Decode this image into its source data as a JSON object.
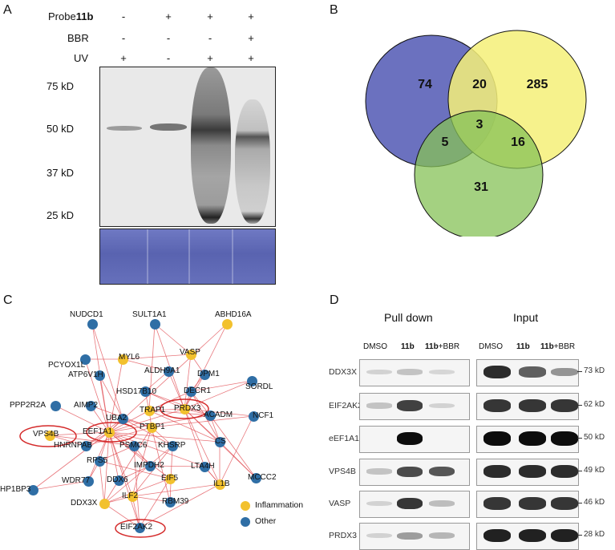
{
  "panels": {
    "a": "A",
    "b": "B",
    "c": "C",
    "d": "D"
  },
  "panel_a": {
    "rows": [
      {
        "label_prefix": "Probe",
        "label_bold": "11b",
        "values": [
          "-",
          "+",
          "+",
          "+"
        ]
      },
      {
        "label": "BBR",
        "values": [
          "-",
          "-",
          "-",
          "+"
        ]
      },
      {
        "label": "UV",
        "values": [
          "+",
          "-",
          "+",
          "+"
        ]
      }
    ],
    "markers": [
      "75 kD",
      "50 kD",
      "37 kD",
      "25 kD"
    ]
  },
  "panel_b": {
    "type": "venn",
    "regions": {
      "a_only": "74",
      "ab": "20",
      "b_only": "285",
      "abc": "3",
      "ac": "5",
      "bc": "16",
      "c_only": "31"
    },
    "colors": {
      "a": "#5b62b8",
      "b": "#f4f078",
      "c": "#86c157"
    }
  },
  "panel_c": {
    "nodes": [
      {
        "id": "NUDCD1",
        "label": "NUDCD1",
        "group": "other"
      },
      {
        "id": "SULT1A1",
        "label": "SULT1A1",
        "group": "other"
      },
      {
        "id": "ABHD16A",
        "label": "ABHD16A",
        "group": "inflammation"
      },
      {
        "id": "PCYOX1L",
        "label": "PCYOX1L",
        "group": "other"
      },
      {
        "id": "MYL6",
        "label": "MYL6",
        "group": "inflammation"
      },
      {
        "id": "VASP",
        "label": "VASP",
        "group": "inflammation"
      },
      {
        "id": "ATP6V1H",
        "label": "ATP6V1H",
        "group": "other"
      },
      {
        "id": "ALDH9A1",
        "label": "ALDH9A1",
        "group": "other"
      },
      {
        "id": "DPM1",
        "label": "DPM1",
        "group": "other"
      },
      {
        "id": "SORDL",
        "label": "SORDL",
        "group": "other"
      },
      {
        "id": "HSD17B10",
        "label": "HSD17B10",
        "group": "other"
      },
      {
        "id": "DECR1",
        "label": "DECR1",
        "group": "other"
      },
      {
        "id": "PPP2R2A",
        "label": "PPP2R2A",
        "group": "other"
      },
      {
        "id": "AIMP2",
        "label": "AIMP2",
        "group": "other"
      },
      {
        "id": "TRAP1",
        "label": "TRAP1",
        "group": "inflammation"
      },
      {
        "id": "PRDX3",
        "label": "PRDX3",
        "group": "inflammation"
      },
      {
        "id": "UBA2",
        "label": "UBA2",
        "group": "other"
      },
      {
        "id": "ACADM",
        "label": "ACADM",
        "group": "other"
      },
      {
        "id": "NCF1",
        "label": "NCF1",
        "group": "other"
      },
      {
        "id": "EEF1A1",
        "label": "EEF1A1",
        "group": "inflammation"
      },
      {
        "id": "PTBP1",
        "label": "PTBP1",
        "group": "inflammation"
      },
      {
        "id": "VPS4B",
        "label": "VPS4B",
        "group": "inflammation"
      },
      {
        "id": "HNRNPAB",
        "label": "HNRNPAB",
        "group": "other"
      },
      {
        "id": "PSMC6",
        "label": "PSMC6",
        "group": "other"
      },
      {
        "id": "KHSRP",
        "label": "KHSRP",
        "group": "other"
      },
      {
        "id": "CS",
        "label": "CS",
        "group": "other"
      },
      {
        "id": "RPS5",
        "label": "RPS5",
        "group": "other"
      },
      {
        "id": "IMPDH2",
        "label": "IMPDH2",
        "group": "other"
      },
      {
        "id": "LTA4H",
        "label": "LTA4H",
        "group": "other"
      },
      {
        "id": "MCCC2",
        "label": "MCCC2",
        "group": "other"
      },
      {
        "id": "WDR77",
        "label": "WDR77",
        "group": "other"
      },
      {
        "id": "DDX6",
        "label": "DDX6",
        "group": "other"
      },
      {
        "id": "EIF5",
        "label": "EIF5",
        "group": "inflammation"
      },
      {
        "id": "HP1BP3",
        "label": "HP1BP3",
        "group": "other"
      },
      {
        "id": "ILF2",
        "label": "ILF2",
        "group": "inflammation"
      },
      {
        "id": "RBM39",
        "label": "RBM39",
        "group": "other"
      },
      {
        "id": "IL1B",
        "label": "IL1B",
        "group": "inflammation"
      },
      {
        "id": "DDX3X",
        "label": "DDX3X",
        "group": "inflammation"
      },
      {
        "id": "EIF2AK2",
        "label": "EIF2AK2",
        "group": "other"
      }
    ],
    "highlighted": [
      "VPS4B",
      "EEF1A1",
      "PRDX3",
      "EIF2AK2"
    ],
    "legend": [
      {
        "label": "Inflammation",
        "color": "#f2c12e"
      },
      {
        "label": "Other",
        "color": "#2f6ea5"
      }
    ],
    "edge_color": "#e0484f"
  },
  "panel_d": {
    "pulldown_title": "Pull down",
    "input_title": "Input",
    "lane_headers": [
      {
        "text": "DMSO",
        "bold": ""
      },
      {
        "text": "",
        "bold": "11b"
      },
      {
        "text": "+BBR",
        "bold": "11b"
      }
    ],
    "proteins": [
      {
        "name": "DDX3X",
        "kd": "73 kD",
        "pulldown": [
          0.05,
          0.12,
          0.03
        ],
        "input": [
          0.85,
          0.6,
          0.35
        ]
      },
      {
        "name": "EIF2AK2",
        "kd": "62 kD",
        "pulldown": [
          0.12,
          0.75,
          0.05
        ],
        "input": [
          0.8,
          0.8,
          0.8
        ]
      },
      {
        "name": "eEF1A1",
        "kd": "50 kD",
        "pulldown": [
          0.0,
          1.0,
          0.0
        ],
        "input": [
          1.0,
          1.0,
          1.0
        ]
      },
      {
        "name": "VPS4B",
        "kd": "49 kD",
        "pulldown": [
          0.12,
          0.7,
          0.65
        ],
        "input": [
          0.85,
          0.85,
          0.85
        ]
      },
      {
        "name": "VASP",
        "kd": "46 kD",
        "pulldown": [
          0.05,
          0.8,
          0.15
        ],
        "input": [
          0.8,
          0.8,
          0.8
        ]
      },
      {
        "name": "PRDX3",
        "kd": "28 kD",
        "pulldown": [
          0.05,
          0.3,
          0.18
        ],
        "input": [
          0.9,
          0.9,
          0.9
        ]
      }
    ]
  }
}
